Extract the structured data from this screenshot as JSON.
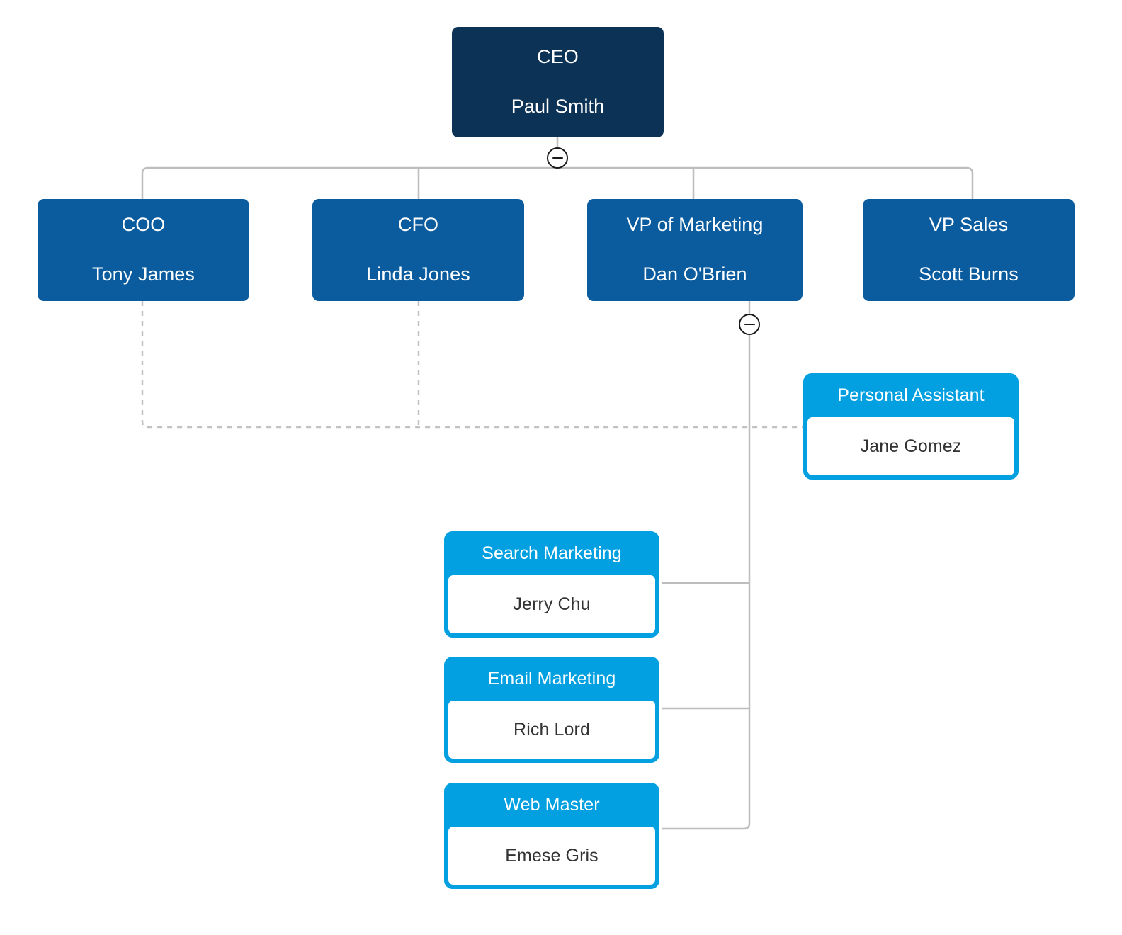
{
  "chart": {
    "type": "org-chart",
    "background_color": "#ffffff",
    "colors": {
      "root_box": "#0c3255",
      "level1_box": "#0a5c9e",
      "card_accent": "#02a0e0",
      "card_body": "#ffffff",
      "card_body_text": "#333333",
      "box_text": "#ffffff",
      "solid_connector": "#bdbdbd",
      "dashed_connector": "#c2c2c2",
      "toggle_stroke": "#1a1a1a"
    }
  },
  "root": {
    "title": "CEO",
    "name": "Paul Smith"
  },
  "level1": [
    {
      "title": "COO",
      "name": "Tony James"
    },
    {
      "title": "CFO",
      "name": "Linda Jones"
    },
    {
      "title": "VP of Marketing",
      "name": "Dan O'Brien"
    },
    {
      "title": "VP Sales",
      "name": "Scott Burns"
    }
  ],
  "assistant": {
    "title": "Personal Assistant",
    "name": "Jane Gomez"
  },
  "marketing_team": [
    {
      "title": "Search Marketing",
      "name": "Jerry Chu"
    },
    {
      "title": "Email Marketing",
      "name": "Rich Lord"
    },
    {
      "title": "Web Master",
      "name": "Emese Gris"
    }
  ],
  "toggles": [
    {
      "state": "expanded",
      "glyph": "minus",
      "owner": "CEO"
    },
    {
      "state": "expanded",
      "glyph": "minus",
      "owner": "VP of Marketing"
    }
  ]
}
